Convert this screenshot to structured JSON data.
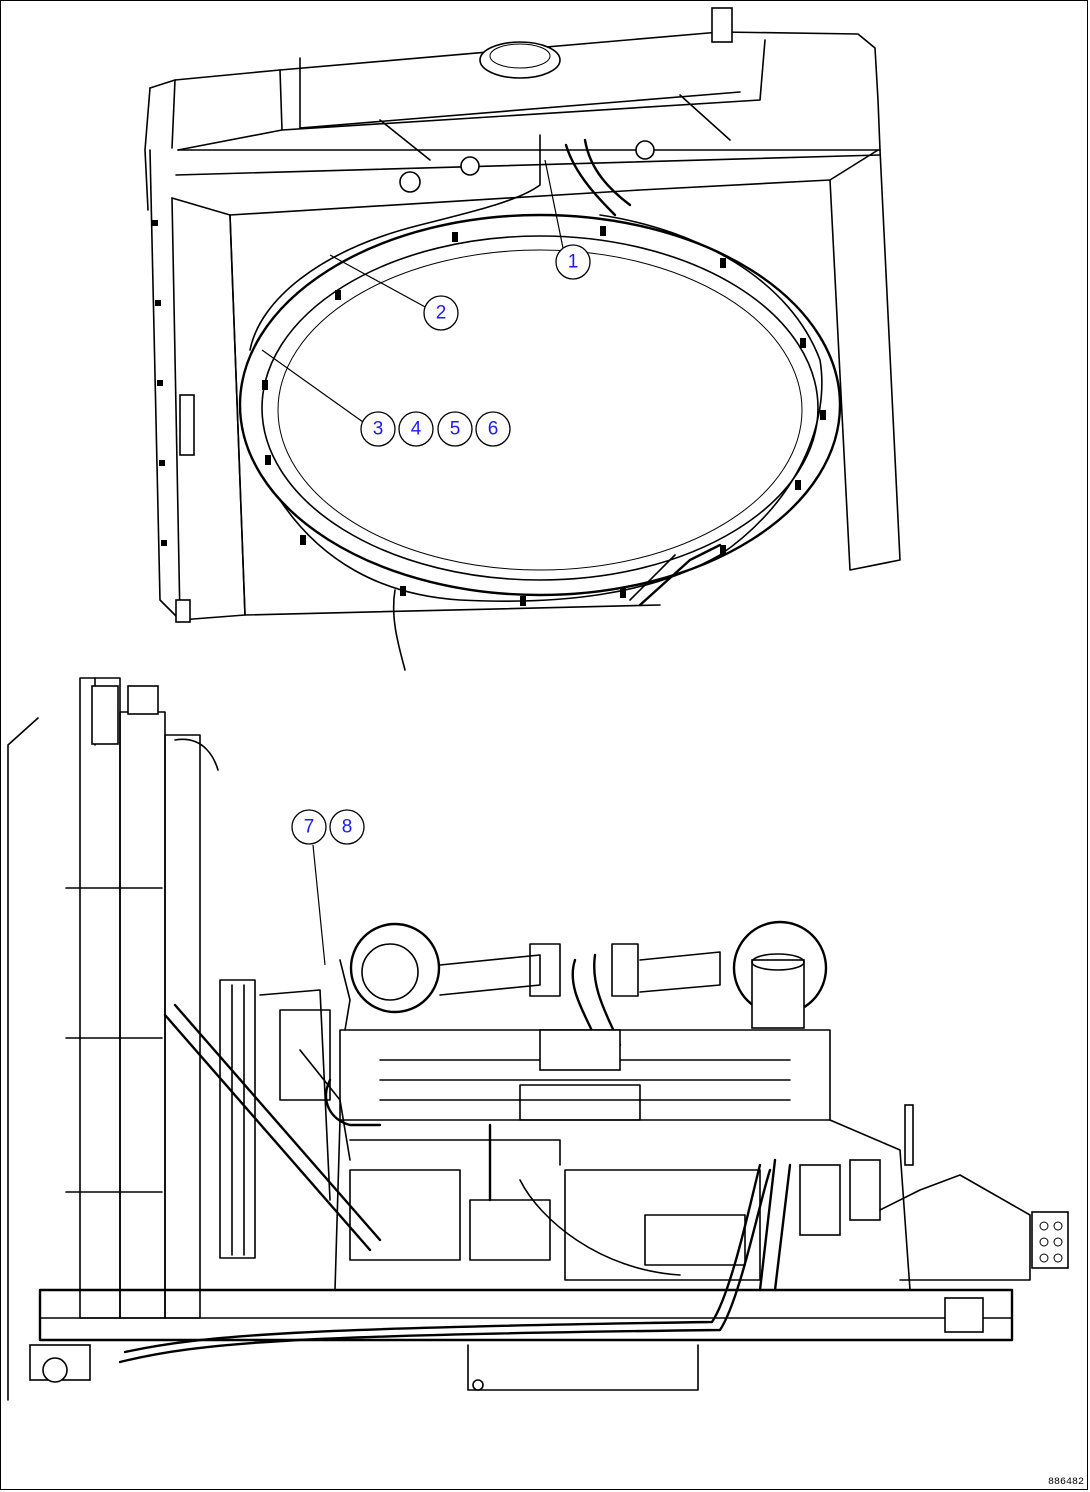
{
  "figure_id": "886482",
  "callouts": [
    {
      "label": "1"
    },
    {
      "label": "2"
    },
    {
      "label": "3"
    },
    {
      "label": "4"
    },
    {
      "label": "5"
    },
    {
      "label": "6"
    },
    {
      "label": "7"
    },
    {
      "label": "8"
    }
  ]
}
